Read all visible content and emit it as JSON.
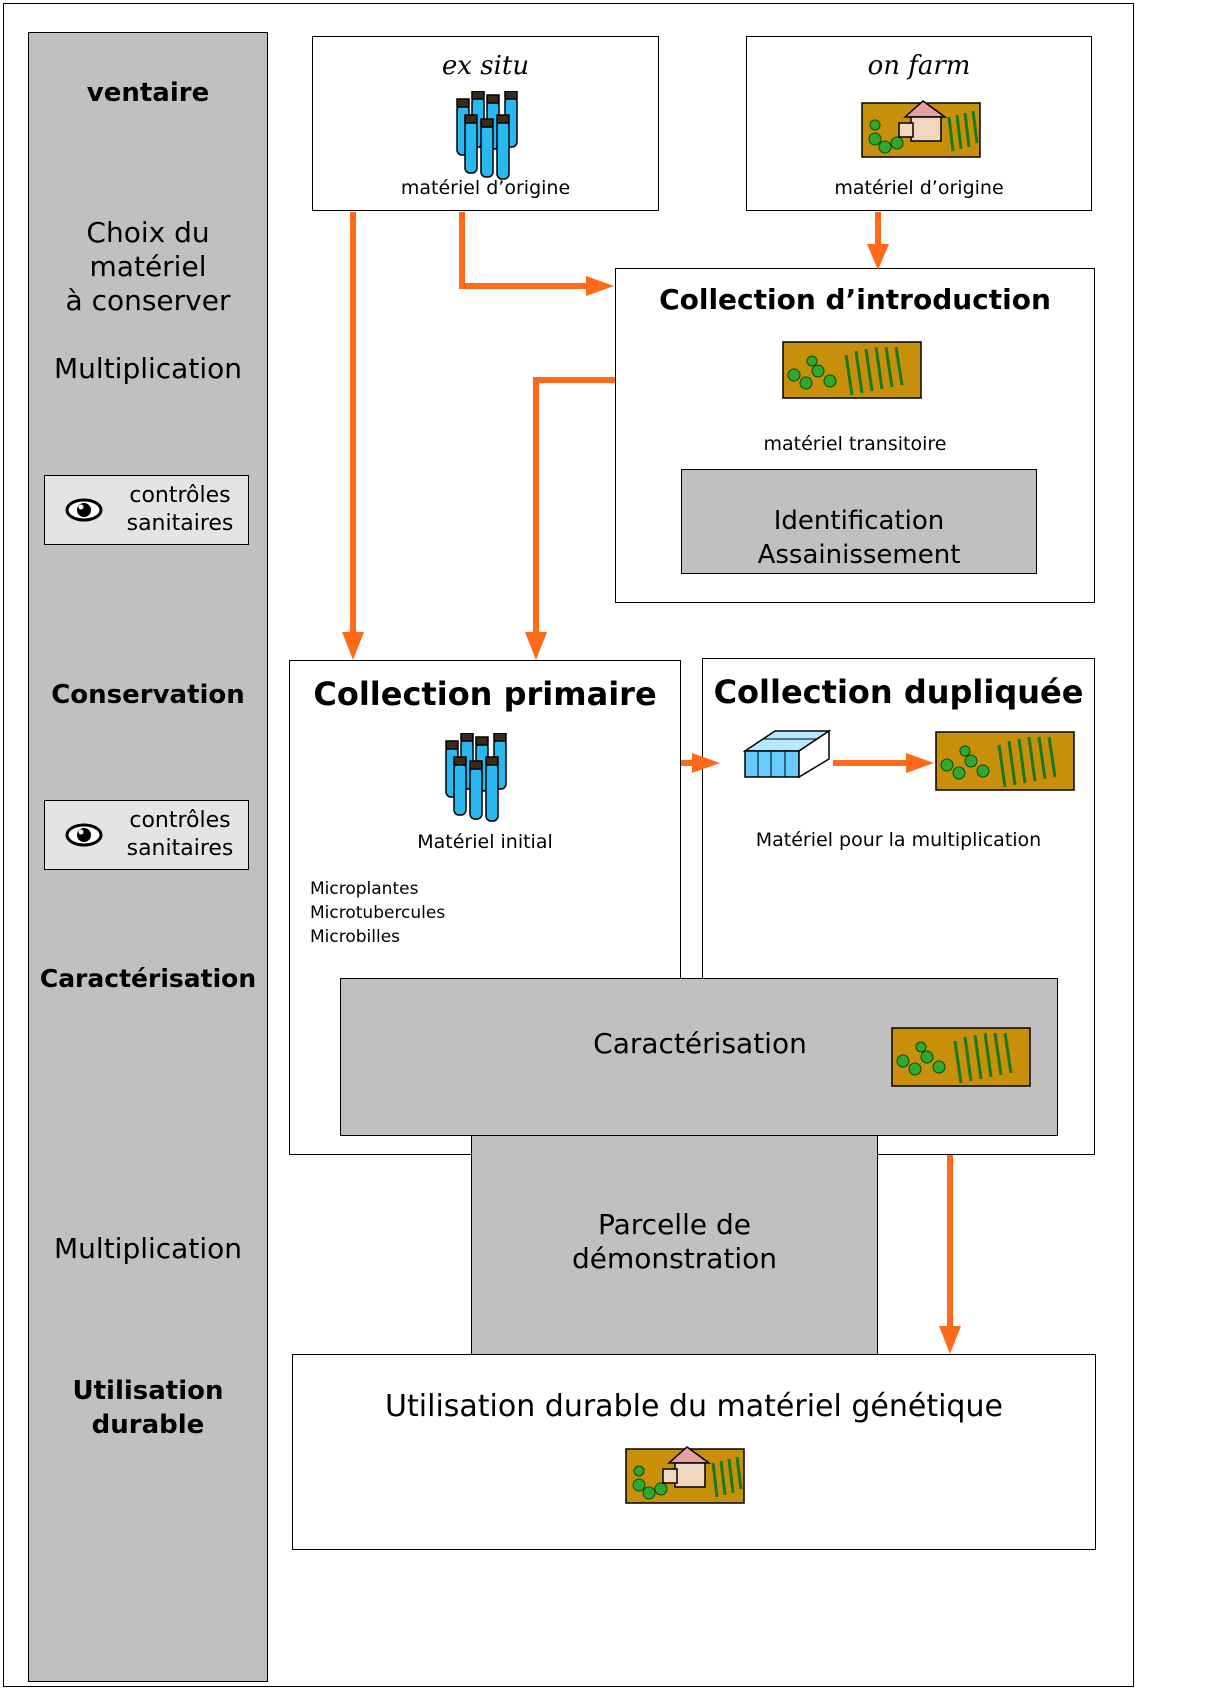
{
  "sidebar": {
    "inventory": "ventaire",
    "choice": [
      "Choix du",
      "matériel",
      "à conserver"
    ],
    "multiplication_1": "Multiplication",
    "controls_1": [
      "contrôles",
      "sanitaires"
    ],
    "conservation": "Conservation",
    "controls_2": [
      "contrôles",
      "sanitaires"
    ],
    "characterisation": "Caractérisation",
    "multiplication_2": "Multiplication",
    "sustainable_use": [
      "Utilisation",
      "durable"
    ]
  },
  "ex_situ": {
    "title": "ex situ",
    "caption": "matériel d’origine",
    "icon": "test-tubes-icon"
  },
  "on_farm": {
    "title": "on farm",
    "caption": "matériel d’origine",
    "icon": "farm-house-icon"
  },
  "introduction": {
    "title": "Collection d’introduction",
    "caption": "matériel transitoire",
    "grey_lines": [
      "Identification",
      "Assainissement"
    ],
    "icon": "field-crops-icon"
  },
  "primary": {
    "title": "Collection primaire",
    "caption": "Matériel initial",
    "list": [
      "Microplantes",
      "Microtubercules",
      "Microbilles"
    ],
    "icon": "test-tubes-icon"
  },
  "duplicated": {
    "title": "Collection dupliquée",
    "caption": "Matériel pour la multiplication",
    "icons": [
      "greenhouse-icon",
      "field-crops-icon"
    ]
  },
  "characterisation": {
    "label": "Caractérisation",
    "icon": "field-crops-icon"
  },
  "demo_plot": [
    "Parcelle de",
    "démonstration"
  ],
  "sustainable": {
    "title": "Utilisation durable du matériel génétique",
    "icon": "farm-house-icon"
  },
  "colors": {
    "arrow": "#ff6a1a",
    "grey": "#c0c0c0",
    "field": "#c8900a",
    "plant": "#2ea82e",
    "tube": "#29b8f0",
    "greenhouse": "#66ccff"
  }
}
